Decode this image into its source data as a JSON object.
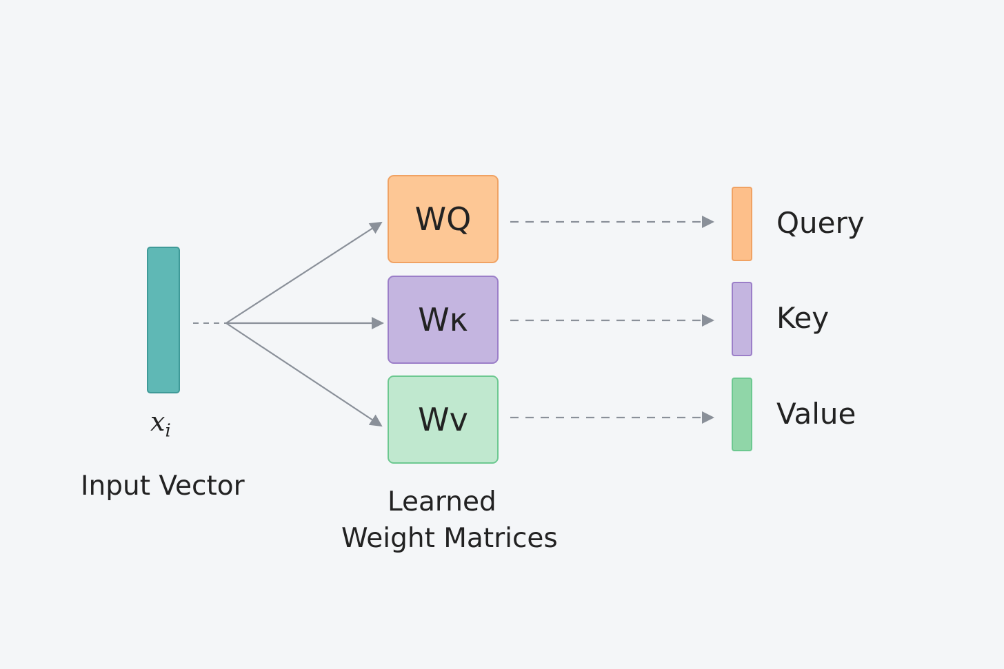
{
  "input": {
    "symbol": "x",
    "subscript": "i",
    "label": "Input Vector",
    "color": "#5fb8b5"
  },
  "matrices": {
    "caption_line1": "Learned",
    "caption_line2": "Weight Matrices",
    "items": [
      {
        "label": "WQ",
        "color": "#fdc795"
      },
      {
        "label": "Wκ",
        "color": "#c4b5e0"
      },
      {
        "label": "Wv",
        "color": "#c0e8cf"
      }
    ]
  },
  "outputs": [
    {
      "label": "Query",
      "color": "#fdbf8a"
    },
    {
      "label": "Key",
      "color": "#c4b5e0"
    },
    {
      "label": "Value",
      "color": "#90d6a8"
    }
  ]
}
